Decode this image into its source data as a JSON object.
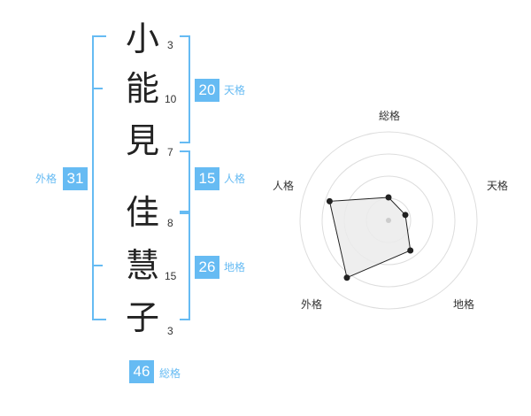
{
  "name": {
    "characters": [
      {
        "char": "小",
        "strokes": "3"
      },
      {
        "char": "能",
        "strokes": "10"
      },
      {
        "char": "見",
        "strokes": "7"
      },
      {
        "char": "佳",
        "strokes": "8"
      },
      {
        "char": "慧",
        "strokes": "15"
      },
      {
        "char": "子",
        "strokes": "3"
      }
    ]
  },
  "fortunes": {
    "tenkaku": {
      "value": "20",
      "label": "天格"
    },
    "jinkaku": {
      "value": "15",
      "label": "人格"
    },
    "chikaku": {
      "value": "26",
      "label": "地格"
    },
    "gaikaku": {
      "value": "31",
      "label": "外格"
    },
    "soukaku": {
      "value": "46",
      "label": "総格"
    }
  },
  "radar": {
    "axes": [
      "総格",
      "天格",
      "地格",
      "外格",
      "人格"
    ],
    "values": [
      0.26,
      0.2,
      0.42,
      0.8,
      0.7
    ],
    "rings": 4,
    "colors": {
      "fill": "#ebebeb",
      "line": "#222222",
      "ring": "#dddddd"
    }
  },
  "colors": {
    "accent": "#66bbf3"
  }
}
